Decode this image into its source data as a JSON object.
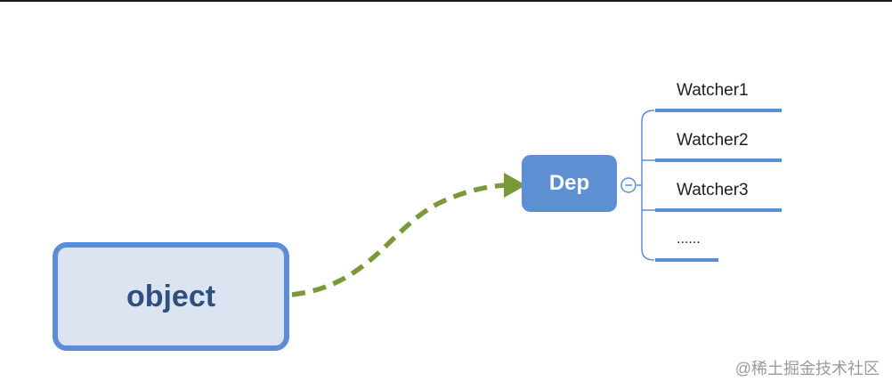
{
  "nodes": {
    "object": {
      "label": "object"
    },
    "dep": {
      "label": "Dep",
      "collapse_glyph": "−"
    }
  },
  "watchers": [
    {
      "label": "Watcher1"
    },
    {
      "label": "Watcher2"
    },
    {
      "label": "Watcher3"
    },
    {
      "label": "......"
    }
  ],
  "colors": {
    "arrow": "#7a9a3a",
    "branch": "#5b8ed6",
    "object_border": "#5b8ed6",
    "object_fill": "#dde4f1",
    "dep_fill": "#5f8fd3"
  },
  "watermark": "@稀土掘金技术社区"
}
